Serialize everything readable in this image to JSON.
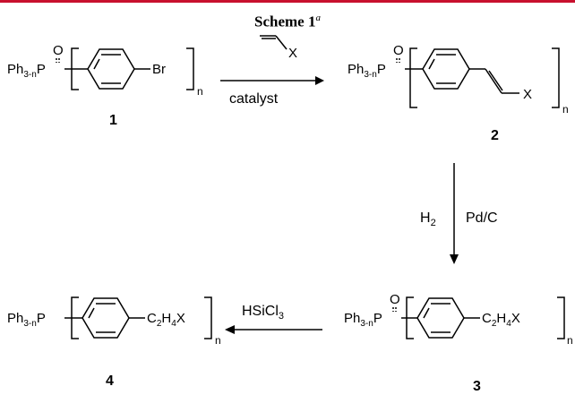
{
  "header": {
    "title": "Scheme 1",
    "footnote_marker": "a"
  },
  "scheme": {
    "compounds": [
      {
        "number": "1",
        "p_group": "Ph",
        "p_sub": "3-n",
        "p_atom": "P",
        "oxide": "O",
        "substituent": "Br",
        "repeat": "n"
      },
      {
        "number": "2",
        "p_group": "Ph",
        "p_sub": "3-n",
        "p_atom": "P",
        "oxide": "O",
        "substituent": "X",
        "repeat": "n"
      },
      {
        "number": "3",
        "p_group": "Ph",
        "p_sub": "3-n",
        "p_atom": "P",
        "oxide": "O",
        "substituent_main": "C",
        "sub_2": "2",
        "substituent_h": "H",
        "sub_4": "4",
        "substituent_x": "X",
        "repeat": "n"
      },
      {
        "number": "4",
        "p_group": "Ph",
        "p_sub": "3-n",
        "p_atom": "P",
        "substituent_main": "C",
        "sub_2": "2",
        "substituent_h": "H",
        "sub_4": "4",
        "substituent_x": "X",
        "repeat": "n"
      }
    ],
    "reagents": {
      "step1_alkene_x": "X",
      "step1_below": "catalyst",
      "step2_left_h": "H",
      "step2_left_sub": "2",
      "step2_right": "Pd/C",
      "step3_h": "HSiCl",
      "step3_sub": "3"
    }
  }
}
